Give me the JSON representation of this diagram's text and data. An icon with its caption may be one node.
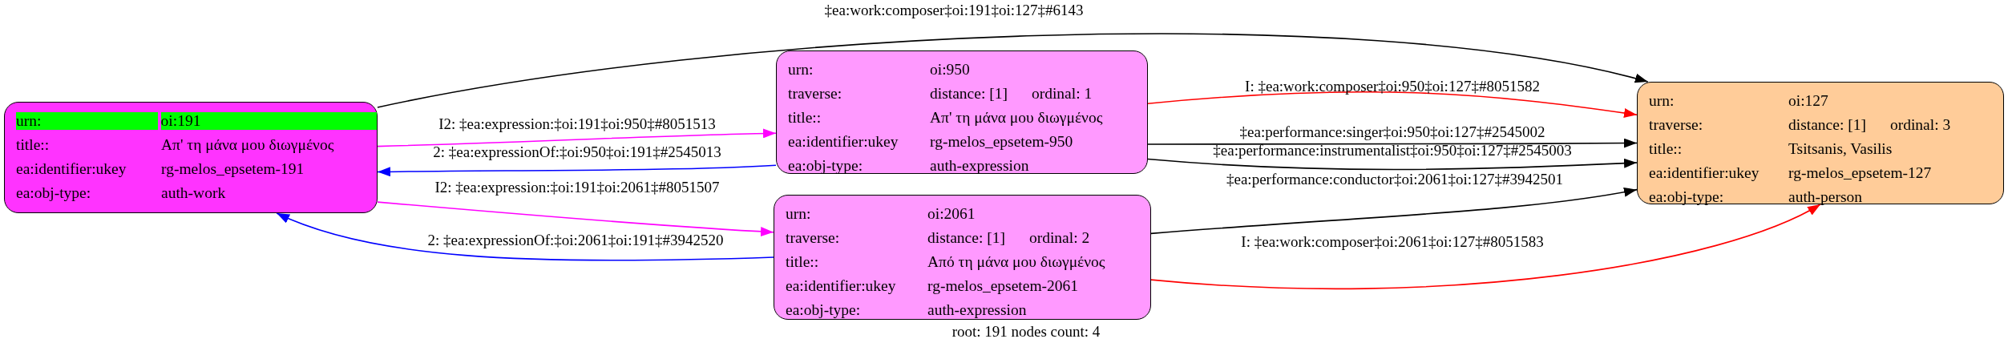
{
  "diagram": {
    "caption": "root: 191 nodes count: 4",
    "nodes": [
      {
        "text": [
          "urn:",
          "oi:191",
          "title::",
          "Απ' τη μάνα μου διωγμένος",
          "ea:identifier:ukey",
          "rg-melos_epsetem-191",
          "ea:obj-type:",
          "auth-work"
        ]
      },
      {
        "text": [
          "urn:",
          "oi:950",
          "traverse:",
          "distance: [1]",
          "ordinal: 1",
          "title::",
          "Απ' τη μάνα μου διωγμένος",
          "ea:identifier:ukey",
          "rg-melos_epsetem-950",
          "ea:obj-type:",
          "auth-expression"
        ]
      },
      {
        "text": [
          "urn:",
          "oi:2061",
          "traverse:",
          "distance: [1]",
          "ordinal: 2",
          "title::",
          "Από τη μάνα μου διωγμένος",
          "ea:identifier:ukey",
          "rg-melos_epsetem-2061",
          "ea:obj-type:",
          "auth-expression"
        ]
      },
      {
        "text": [
          "urn:",
          "oi:127",
          "traverse:",
          "distance: [1]",
          "ordinal: 3",
          "title::",
          "Tsitsanis, Vasilis",
          "ea:identifier:ukey",
          "rg-melos_epsetem-127",
          "ea:obj-type:",
          "auth-person"
        ]
      }
    ],
    "edges": [
      {
        "from": 0,
        "to": 3,
        "arrow": "to",
        "label": "‡ea:work:composer‡oi:191‡oi:127‡#6143"
      },
      {
        "from": 0,
        "to": 1,
        "arrow": "to",
        "label": "I2: ‡ea:expression:‡oi:191‡oi:950‡#8051513",
        "color": "#ff00ff"
      },
      {
        "from": 1,
        "to": 0,
        "arrow": "to",
        "label": "2: ‡ea:expressionOf:‡oi:950‡oi:191‡#2545013",
        "color": "#0000ff"
      },
      {
        "from": 0,
        "to": 2,
        "arrow": "to",
        "label": "I2: ‡ea:expression:‡oi:191‡oi:2061‡#8051507",
        "color": "#ff00ff"
      },
      {
        "from": 2,
        "to": 0,
        "arrow": "to",
        "label": "2: ‡ea:expressionOf:‡oi:2061‡oi:191‡#3942520",
        "color": "#0000ff"
      },
      {
        "from": 1,
        "to": 3,
        "arrow": "to",
        "label": "I: ‡ea:work:composer‡oi:950‡oi:127‡#8051582",
        "color": "#ff0000"
      },
      {
        "from": 1,
        "to": 3,
        "arrow": "to",
        "label": "‡ea:performance:singer‡oi:950‡oi:127‡#2545002"
      },
      {
        "from": 1,
        "to": 3,
        "arrow": "to",
        "label": "‡ea:performance:instrumentalist‡oi:950‡oi:127‡#2545003"
      },
      {
        "from": 2,
        "to": 3,
        "arrow": "to",
        "label": "‡ea:performance:conductor‡oi:2061‡oi:127‡#3942501"
      },
      {
        "from": 2,
        "to": 3,
        "arrow": "to",
        "label": "I: ‡ea:work:composer‡oi:2061‡oi:127‡#8051583",
        "color": "#ff0000"
      }
    ]
  }
}
